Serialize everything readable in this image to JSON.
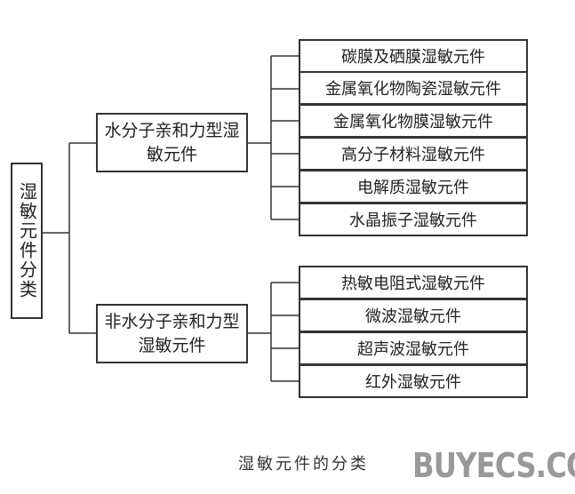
{
  "root": "湿敏元件分类",
  "branches": [
    {
      "label": "水分子亲和力型湿敏元件",
      "leaves": [
        "碳膜及硒膜湿敏元件",
        "金属氧化物陶瓷湿敏元件",
        "金属氧化物膜湿敏元件",
        "高分子材料湿敏元件",
        "电解质湿敏元件",
        "水晶振子湿敏元件"
      ]
    },
    {
      "label": "非水分子亲和力型湿敏元件",
      "leaves": [
        "热敏电阻式湿敏元件",
        "微波湿敏元件",
        "超声波湿敏元件",
        "红外湿敏元件"
      ]
    }
  ],
  "caption": "湿敏元件的分类",
  "watermark": "BUYECS.COM"
}
